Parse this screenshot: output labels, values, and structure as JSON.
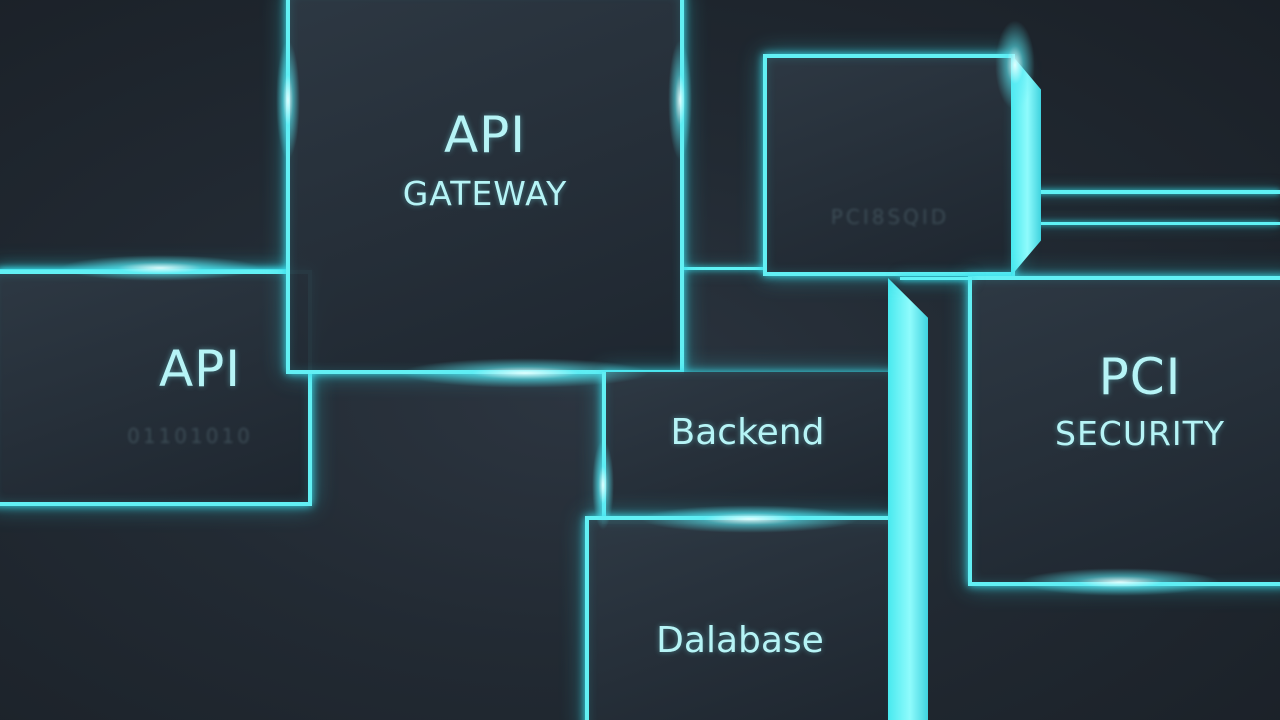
{
  "diagram": {
    "accent_color": "#5ff2f5",
    "background_color": "#222a33",
    "nodes": {
      "api": {
        "title": "API",
        "faint_text": "01101010"
      },
      "api_gateway": {
        "title": "API",
        "subtitle": "GATEWAY"
      },
      "backend": {
        "title": "Backend"
      },
      "database": {
        "title": "Dalabase"
      },
      "pci_security": {
        "title": "PCI",
        "subtitle": "SECURITY"
      },
      "small_box": {
        "faint_text": "PCI8SQID"
      }
    }
  }
}
